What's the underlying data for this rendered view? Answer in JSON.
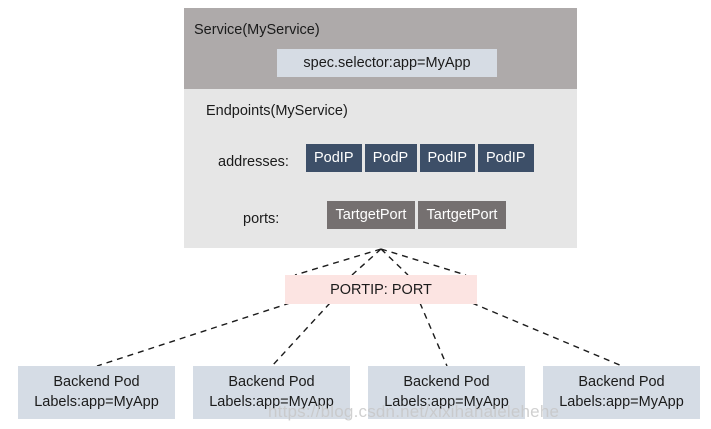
{
  "diagram": {
    "service": {
      "title": "Service(MyService)",
      "selector_label": "spec.selector:app=MyApp"
    },
    "endpoints": {
      "title": "Endpoints(MyService)",
      "addresses_label": "addresses:",
      "addresses": [
        "PodIP",
        "PodP",
        "PodIP",
        "PodIP"
      ],
      "ports_label": "ports:",
      "ports": [
        "TartgetPort",
        "TartgetPort"
      ]
    },
    "portip": {
      "label": "PORTIP: PORT"
    },
    "backend_pods": [
      {
        "title": "Backend Pod",
        "labels": "Labels:app=MyApp"
      },
      {
        "title": "Backend Pod",
        "labels": "Labels:app=MyApp"
      },
      {
        "title": "Backend Pod",
        "labels": "Labels:app=MyApp"
      },
      {
        "title": "Backend Pod",
        "labels": "Labels:app=MyApp"
      }
    ],
    "watermark": "https://blog.csdn.net/xixihahalelehehe",
    "colors": {
      "service_header": "#aeaaaa",
      "service_body": "#e6e6e6",
      "selector_chip": "#d6dce4",
      "address_chip": "#3d4f68",
      "port_chip": "#757070",
      "portip_box": "#fce4e2",
      "pod_box": "#d5dce5",
      "connector": "#1b1b1b"
    }
  }
}
